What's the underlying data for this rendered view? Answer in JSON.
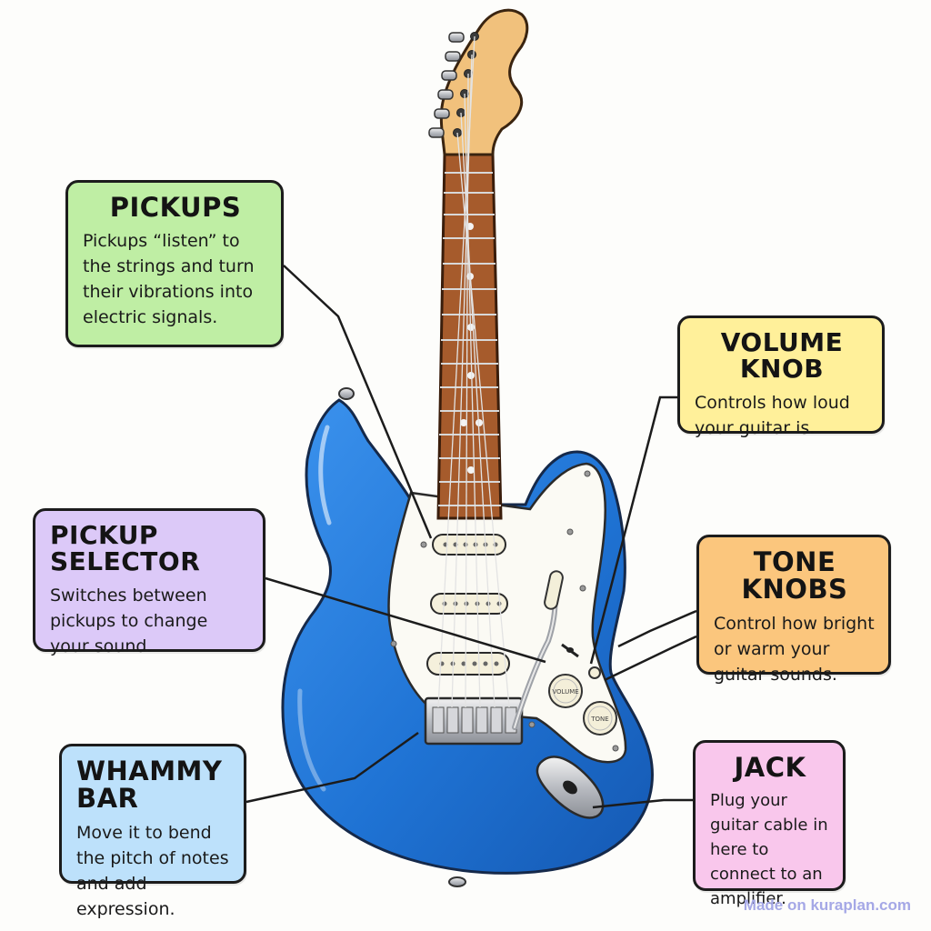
{
  "callouts": {
    "pickups": {
      "title": "PICKUPS",
      "body": "Pickups “listen” to the strings and turn their vibrations into electric signals."
    },
    "volume_knob": {
      "title": "VOLUME KNOB",
      "body": "Controls how loud your guitar is."
    },
    "pickup_selector": {
      "title": "PICKUP SELECTOR",
      "body": "Switches between pickups to change your sound."
    },
    "tone_knobs": {
      "title": "TONE KNOBS",
      "body": "Control how bright or warm your guitar sounds."
    },
    "whammy_bar": {
      "title": "WHAMMY BAR",
      "body": "Move it to bend the pitch of notes and add expression."
    },
    "jack": {
      "title": "JACK",
      "body": "Plug your guitar cable in here to connect to an amplifier."
    }
  },
  "knob_labels": {
    "volume": "VOLUME",
    "tone": "TONE"
  },
  "watermark": "Made on kuraplan.com",
  "colors": {
    "body": "#1f73d4",
    "pickguard": "#fbfaf4",
    "neck_maple": "#f1c17c",
    "fretboard": "#a65b2c",
    "pickups_box": "#bfeea4",
    "volume_box": "#fff09a",
    "selector_box": "#dcc9f8",
    "tone_box": "#fbc67d",
    "whammy_box": "#bde1fb",
    "jack_box": "#f9c7ec"
  }
}
